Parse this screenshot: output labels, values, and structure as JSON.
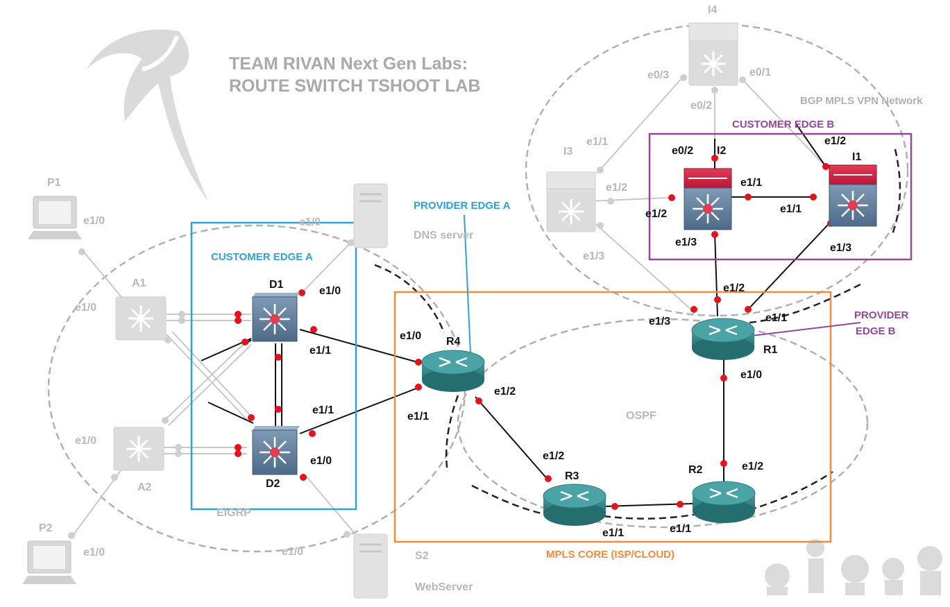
{
  "title": {
    "line1": "TEAM RIVAN Next Gen Labs:",
    "line2": "ROUTE SWITCH TSHOOT LAB"
  },
  "boxes": {
    "customer_edge_a": "CUSTOMER EDGE A",
    "customer_edge_b": "CUSTOMER EDGE B",
    "mpls_core": "MPLS CORE (ISP/CLOUD)",
    "provider_edge_a": "PROVIDER EDGE A",
    "provider_edge_b_line1": "PROVIDER",
    "provider_edge_b_line2": "EDGE B"
  },
  "areas": {
    "eigrp": "EIGRP",
    "ospf": "OSPF",
    "bgp": "BGP MPLS VPN Network"
  },
  "colors": {
    "customer_edge_a": "#29a3dc",
    "customer_edge_b": "#93479b",
    "mpls_core": "#f08a3c",
    "link_dot": "#e8111b"
  },
  "devices": {
    "P1": "P1",
    "P2": "P2",
    "A1": "A1",
    "A2": "A2",
    "D1": "D1",
    "D2": "D2",
    "R1": "R1",
    "R2": "R2",
    "R3": "R3",
    "R4": "R4",
    "I1": "I1",
    "I2": "I2",
    "I3": "I3",
    "I4": "I4",
    "dns_server": "DNS server",
    "S2": "S2",
    "webserver": "WebServer"
  },
  "interfaces": {
    "e1_0": "e1/0",
    "e1_1": "e1/1",
    "e1_2": "e1/2",
    "e1_3": "e1/3",
    "e0_1": "e0/1",
    "e0_2": "e0/2",
    "e0_3": "e0/3"
  }
}
